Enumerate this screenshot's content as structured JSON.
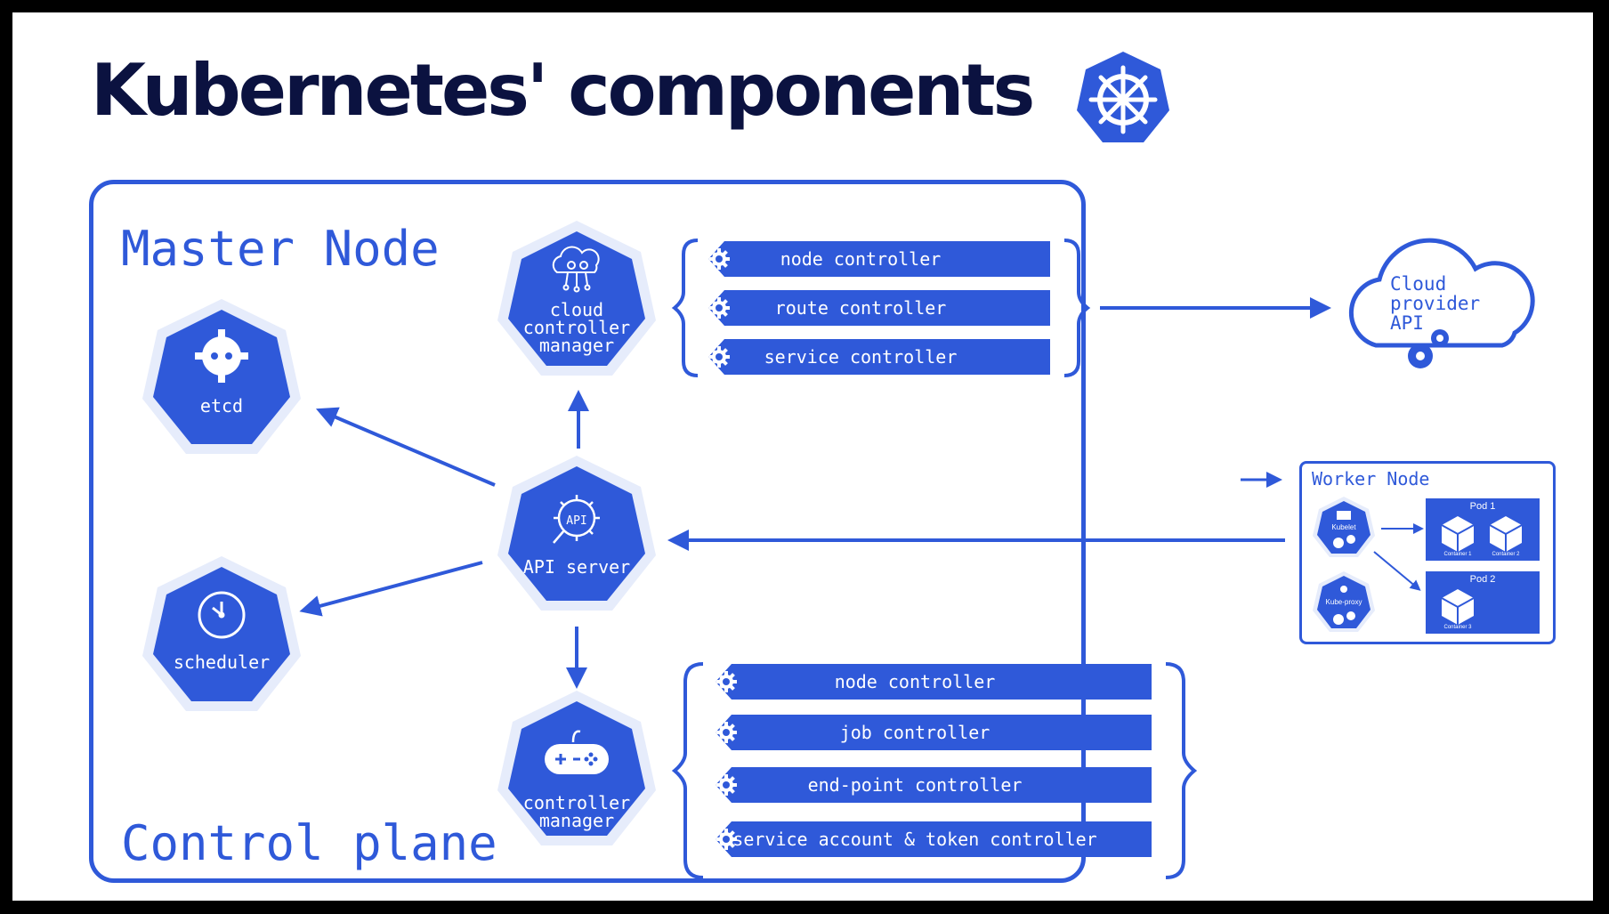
{
  "title": "Kubernetes' components",
  "logo_icon": "kubernetes-helm-icon",
  "sections": {
    "master_node": "Master Node",
    "control_plane": "Control plane"
  },
  "components": {
    "etcd": "etcd",
    "scheduler": "scheduler",
    "api_server": "API server",
    "api_icon_text": "API",
    "cloud_controller_manager": "cloud\ncontroller\nmanager",
    "controller_manager": "controller\nmanager"
  },
  "cloud_controllers": [
    "node controller",
    "route controller",
    "service controller"
  ],
  "controllers": [
    "node controller",
    "job controller",
    "end-point controller",
    "service account & token controller"
  ],
  "cloud_provider": "Cloud\nprovider\nAPI",
  "worker": {
    "title": "Worker Node",
    "kubelet": "Kubelet",
    "kube_proxy": "Kube-proxy",
    "pod1": "Pod 1",
    "pod2": "Pod 2",
    "container1": "Container 1",
    "container2": "Container 2",
    "container3": "Container 3"
  },
  "colors": {
    "primary": "#2f59d9",
    "halo": "#e6ecfb",
    "title": "#0b1240",
    "background": "#ffffff"
  }
}
